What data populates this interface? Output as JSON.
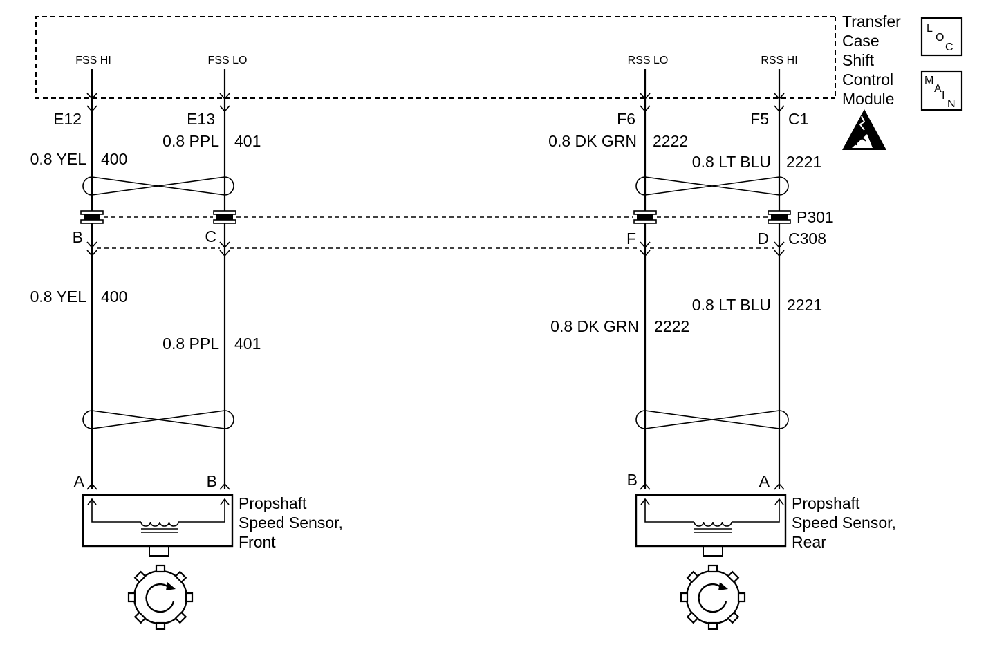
{
  "module": {
    "lines": [
      "Transfer",
      "Case",
      "Shift",
      "Control",
      "Module"
    ],
    "pins": {
      "fss_hi": "FSS HI",
      "fss_lo": "FSS LO",
      "rss_lo": "RSS LO",
      "rss_hi": "RSS HI"
    }
  },
  "badges": {
    "loc": [
      "L",
      "O",
      "C"
    ],
    "main": [
      "M",
      "A",
      "I",
      "N"
    ]
  },
  "connector_top": {
    "fss_hi": "E12",
    "fss_lo": "E13",
    "rss_lo": "F6",
    "rss_hi": "F5",
    "rss_hi_connector": "C1"
  },
  "wires_upper": {
    "yel_color": "0.8 YEL",
    "yel_circuit": "400",
    "ppl_color": "0.8 PPL",
    "ppl_circuit": "401",
    "dkgrn_color": "0.8 DK GRN",
    "dkgrn_circuit": "2222",
    "ltblu_color": "0.8 LT BLU",
    "ltblu_circuit": "2221"
  },
  "passthrough": {
    "label": "P301"
  },
  "inline_connector": {
    "name": "C308",
    "pin_fss_hi": "B",
    "pin_fss_lo": "C",
    "pin_rss_lo": "F",
    "pin_rss_hi": "D"
  },
  "wires_lower": {
    "yel_color": "0.8 YEL",
    "yel_circuit": "400",
    "ppl_color": "0.8 PPL",
    "ppl_circuit": "401",
    "dkgrn_color": "0.8 DK GRN",
    "dkgrn_circuit": "2222",
    "ltblu_color": "0.8 LT BLU",
    "ltblu_circuit": "2221"
  },
  "sensor_front": {
    "pin_a": "A",
    "pin_b": "B",
    "lines": [
      "Propshaft",
      "Speed Sensor,",
      "Front"
    ]
  },
  "sensor_rear": {
    "pin_b": "B",
    "pin_a": "A",
    "lines": [
      "Propshaft",
      "Speed Sensor,",
      "Rear"
    ]
  },
  "icons": [
    "esd-warning-icon",
    "tone-wheel-icon"
  ]
}
